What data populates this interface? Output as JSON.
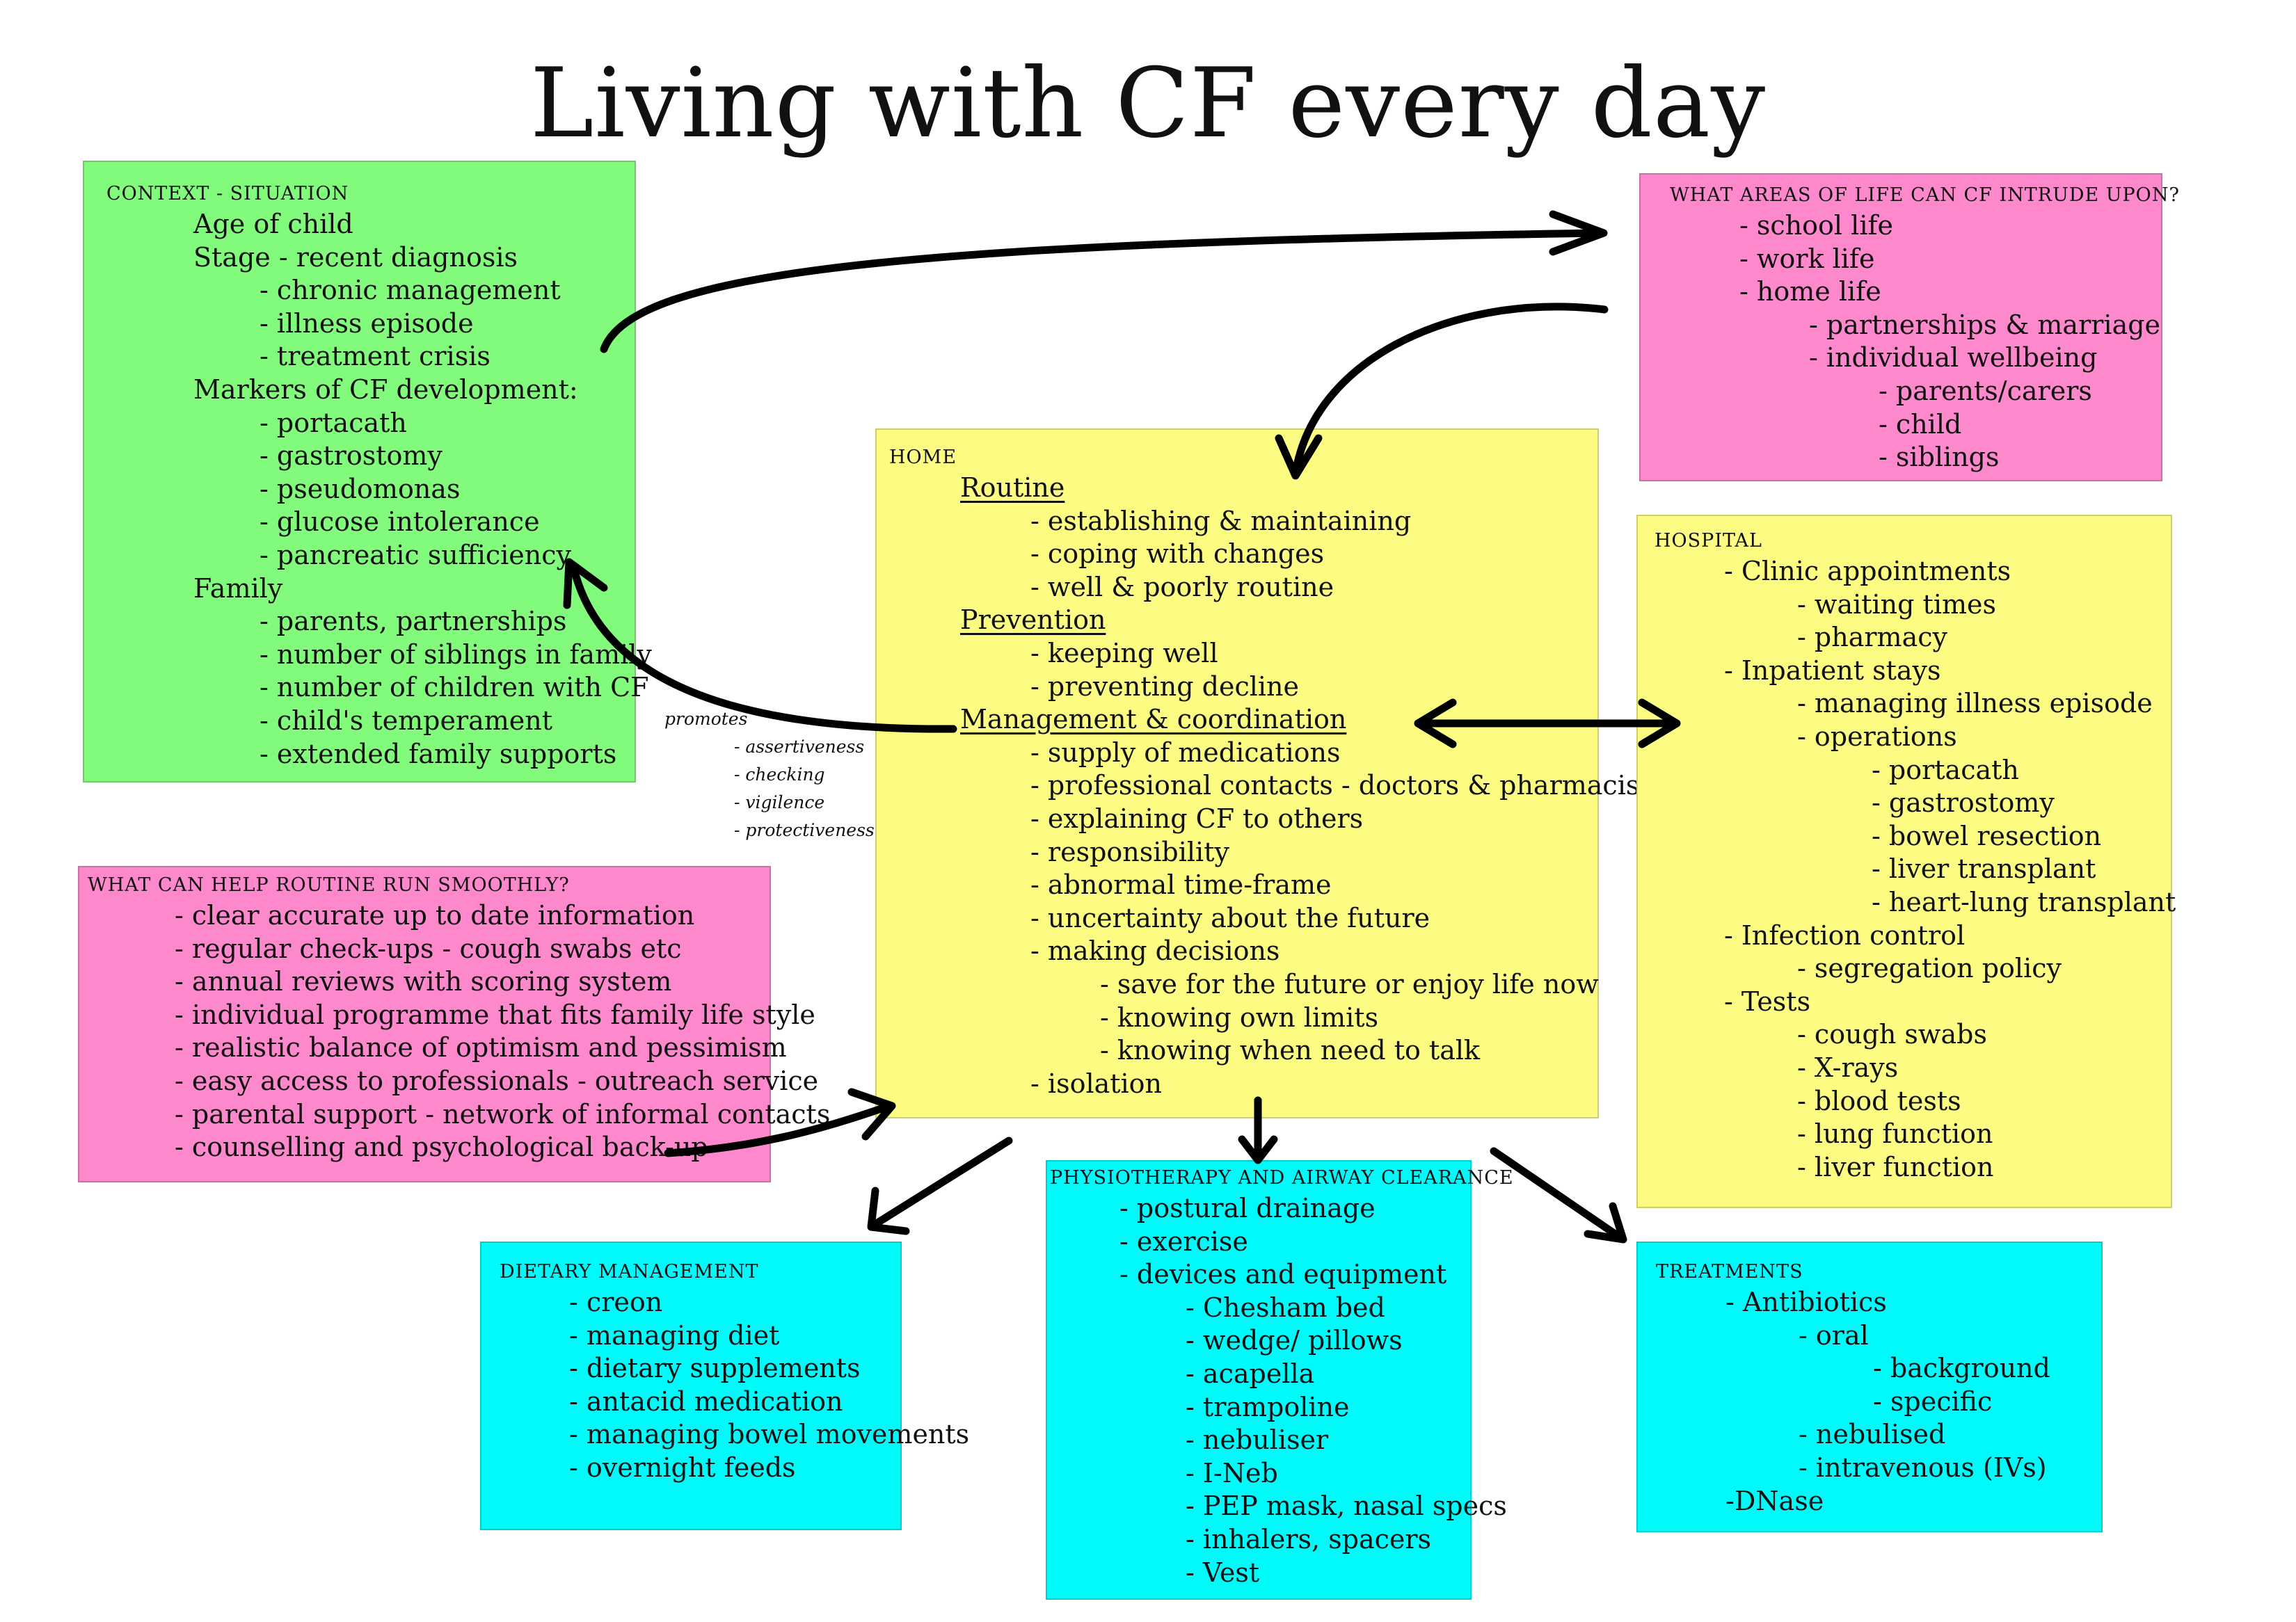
{
  "title": "Living with CF every day",
  "colors": {
    "green_box": "#82fb7c",
    "pink_box": "#fd88cc",
    "yellow_box": "#fcfc82",
    "cyan_box": "#00fafa"
  },
  "boxes": {
    "context": {
      "heading": "Context - Situation",
      "lines": [
        "Age of child",
        "Stage - recent diagnosis",
        "- chronic management",
        "- illness episode",
        "- treatment crisis",
        "Markers of CF development:",
        "- portacath",
        "- gastrostomy",
        "- pseudomonas",
        "- glucose intolerance",
        "- pancreatic sufficiency",
        "Family",
        "- parents, partnerships",
        "- number of siblings in family",
        "- number of children with CF",
        "- child's temperament",
        "- extended family supports"
      ]
    },
    "areas": {
      "heading": "What areas of life can CF intrude upon?",
      "lines": [
        "- school life",
        "- work life",
        "- home life",
        "- partnerships & marriage",
        "- individual wellbeing",
        "- parents/carers",
        "- child",
        "- siblings"
      ]
    },
    "home": {
      "heading": "Home",
      "lines": [
        "Routine",
        "- establishing & maintaining",
        "- coping with changes",
        "- well & poorly routine",
        "Prevention",
        "- keeping well",
        "- preventing decline",
        "Management & coordination",
        "- supply of medications",
        "- professional contacts - doctors & pharmacists",
        "- explaining CF to others",
        "- responsibility",
        "- abnormal time-frame",
        "- uncertainty about the future",
        "- making decisions",
        "- save for the future or enjoy life now",
        "- knowing own limits",
        "- knowing when need to talk",
        "- isolation"
      ]
    },
    "hospital": {
      "heading": "Hospital",
      "lines": [
        "- Clinic appointments",
        "- waiting times",
        "- pharmacy",
        "- Inpatient stays",
        "- managing illness episode",
        "- operations",
        "- portacath",
        "- gastrostomy",
        "- bowel resection",
        "- liver transplant",
        "- heart-lung transplant",
        "- Infection control",
        "- segregation policy",
        "- Tests",
        "- cough swabs",
        "- X-rays",
        "- blood tests",
        "- lung  function",
        "- liver function"
      ]
    },
    "smooth": {
      "heading": "What can help routine run smoothly?",
      "lines": [
        "- clear accurate up to date information",
        "- regular check-ups - cough swabs etc",
        "- annual reviews with scoring system",
        "- individual programme that fits family life style",
        "- realistic balance of optimism and pessimism",
        "- easy access to professionals - outreach service",
        "- parental support - network of informal contacts",
        "- counselling and psychological back-up"
      ]
    },
    "dietary": {
      "heading": "Dietary management",
      "lines": [
        "- creon",
        "- managing diet",
        "- dietary supplements",
        "- antacid medication",
        "- managing bowel movements",
        "- overnight feeds"
      ]
    },
    "physio": {
      "heading": "Physiotherapy and airway clearance",
      "lines": [
        "- postural drainage",
        "- exercise",
        "- devices and equipment",
        "- Chesham bed",
        "- wedge/ pillows",
        "- acapella",
        "- trampoline",
        "- nebuliser",
        "- I-Neb",
        "- PEP mask, nasal specs",
        "- inhalers, spacers",
        "- Vest"
      ]
    },
    "treatments": {
      "heading": "Treatments",
      "lines": [
        "- Antibiotics",
        "- oral",
        "- background",
        "- specific",
        "- nebulised",
        "- intravenous (IVs)",
        "-DNase"
      ]
    }
  },
  "promotes": {
    "label": "promotes",
    "items": [
      "- assertiveness",
      "- checking",
      "- vigilence",
      "- protectiveness"
    ]
  }
}
